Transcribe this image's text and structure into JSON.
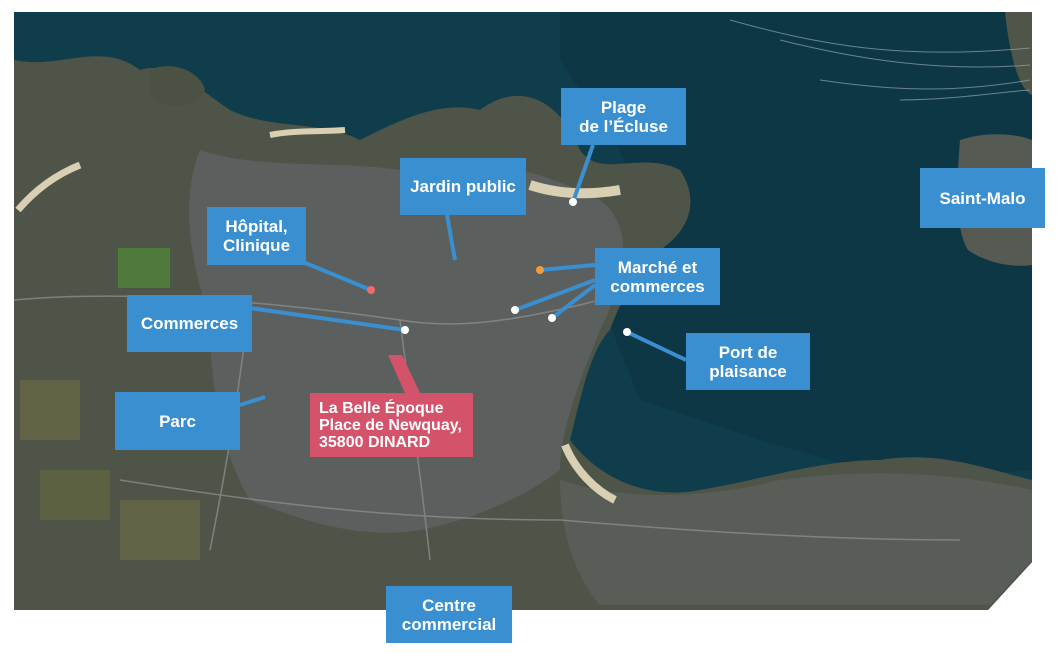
{
  "map": {
    "colors": {
      "sea": "#0f3d4c",
      "deep_sea": "#0c3442",
      "land": "#4f5648",
      "town": "#5e6262",
      "beach": "#d8cfb4",
      "label_blue": "#3a8fd0",
      "label_red": "#d4536a"
    },
    "labels": {
      "plage_ecluse": "Plage\nde l’Écluse",
      "jardin_public": "Jardin public",
      "hopital": "Hôpital,\nClinique",
      "commerces": "Commerces",
      "marche": "Marché et\ncommerces",
      "port": "Port de\nplaisance",
      "parc": "Parc",
      "saint_malo": "Saint-Malo",
      "centre_commercial": "Centre\ncommercial",
      "address": "La Belle Époque\nPlace de Newquay,\n35800 DINARD"
    }
  }
}
